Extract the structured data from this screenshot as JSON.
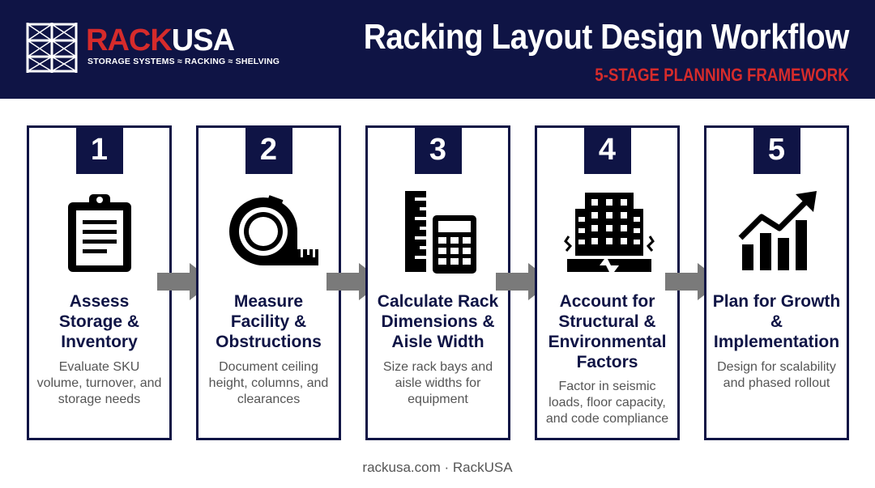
{
  "header": {
    "logo": {
      "brand_part1": "RACK",
      "brand_part2": "USA",
      "tagline": "STORAGE SYSTEMS ≈ RACKING ≈ SHELVING"
    },
    "title": "Racking Layout Design Workflow",
    "subtitle": "5-STAGE PLANNING FRAMEWORK"
  },
  "colors": {
    "navy": "#0f1445",
    "red": "#d62b2b",
    "arrow_gray": "#7a7a7a",
    "text_gray": "#555555"
  },
  "stages": [
    {
      "number": "1",
      "title": "Assess Storage & Inventory",
      "description": "Evaluate SKU volume, turnover, and storage needs",
      "icon": "clipboard-icon"
    },
    {
      "number": "2",
      "title": "Measure Facility & Obstructions",
      "description": "Document ceiling height, columns, and clearances",
      "icon": "tape-measure-icon"
    },
    {
      "number": "3",
      "title": "Calculate Rack Dimensions & Aisle Width",
      "description": "Size rack bays and aisle widths for equipment",
      "icon": "ruler-calculator-icon"
    },
    {
      "number": "4",
      "title": "Account for Structural & Environmental Factors",
      "description": "Factor in seismic loads, floor capacity, and code compliance",
      "icon": "building-seismic-icon"
    },
    {
      "number": "5",
      "title": "Plan for Growth & Implementation",
      "description": "Design for scalability and phased rollout",
      "icon": "growth-chart-icon"
    }
  ],
  "footer": "rackusa.com · RackUSA"
}
